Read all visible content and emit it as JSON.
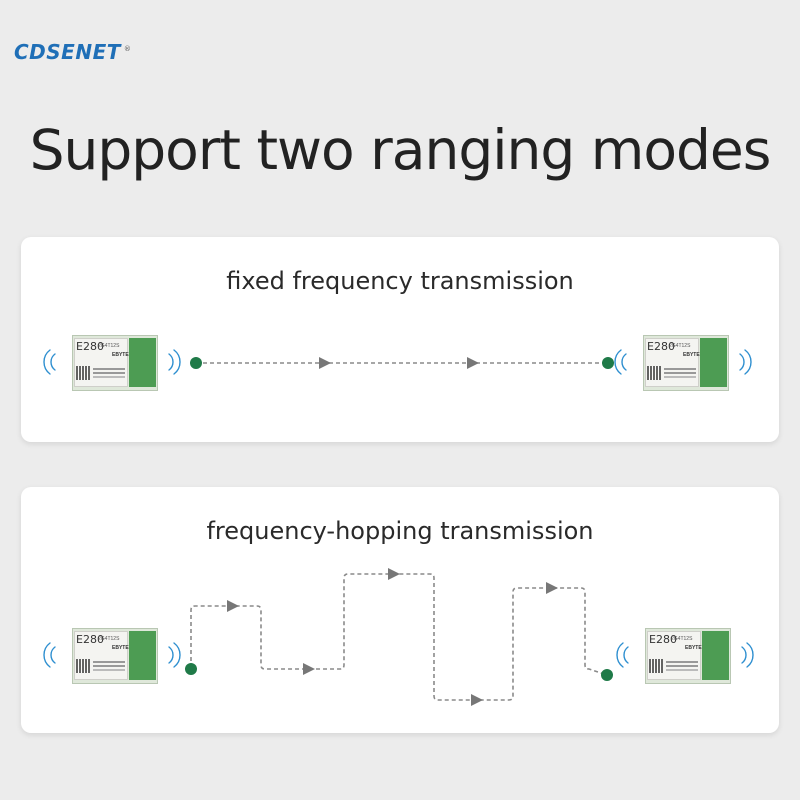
{
  "brand": {
    "name": "CDSENET",
    "registered": "®"
  },
  "headline": "Support two ranging modes",
  "modes": [
    {
      "title": "fixed frequency transmission"
    },
    {
      "title": "frequency-hopping transmission"
    }
  ],
  "module": {
    "model": "E280",
    "model_code": "2G4T12S",
    "maker": "EBYTE"
  },
  "colors": {
    "accent": "#2e7d4f",
    "module_pcb": "#4d9c53",
    "line": "#8a8a8a",
    "brand": "#1f6fb7"
  }
}
